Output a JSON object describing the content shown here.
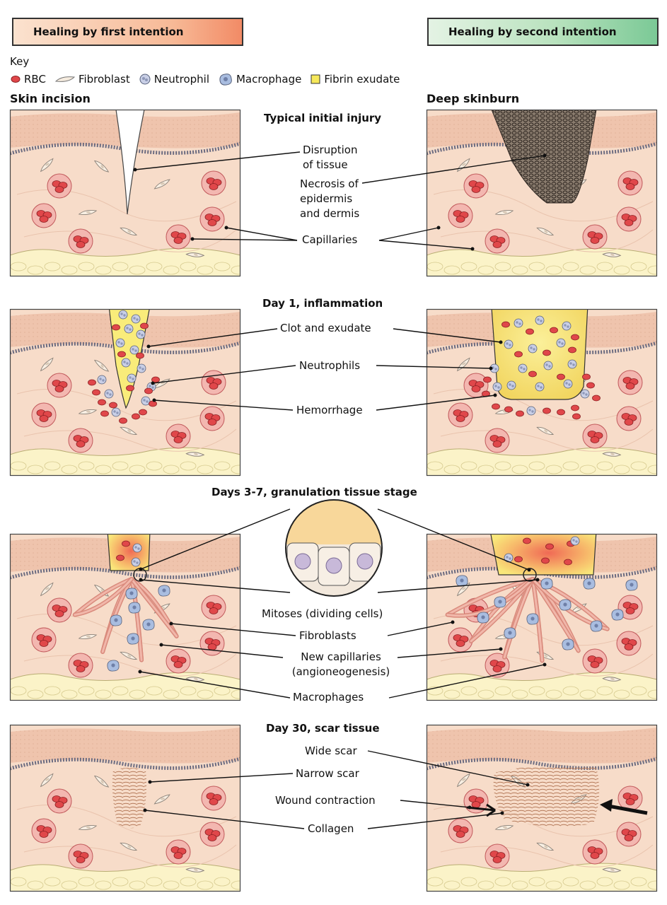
{
  "header": {
    "left_title": "Healing by first intention",
    "right_title": "Healing by second intention"
  },
  "key": {
    "title": "Key",
    "items": [
      {
        "label": "RBC",
        "icon": "rbc-icon",
        "color": "#e0474a"
      },
      {
        "label": "Fibroblast",
        "icon": "fibroblast-icon",
        "color": "#f6ecdf"
      },
      {
        "label": "Neutrophil",
        "icon": "neutrophil-icon",
        "color": "#c9cfe6"
      },
      {
        "label": "Macrophage",
        "icon": "macrophage-icon",
        "color": "#a9bde0"
      },
      {
        "label": "Fibrin exudate",
        "icon": "fibrin-exudate-icon",
        "color": "#f6e85a"
      }
    ]
  },
  "columns": {
    "left": "Skin incision",
    "right": "Deep skinburn"
  },
  "stages": [
    {
      "title": "Typical initial injury",
      "labels": [
        "Disruption\nof tissue",
        "Necrosis of\nepidermis\nand dermis",
        "Capillaries"
      ]
    },
    {
      "title": "Day 1, inflammation",
      "labels": [
        "Clot and exudate",
        "Neutrophils",
        "Hemorrhage"
      ]
    },
    {
      "title": "Days 3-7, granulation tissue stage",
      "labels": [
        "Mitoses (dividing cells)",
        "Fibroblasts",
        "New capillaries\n(angioneogenesis)",
        "Macrophages"
      ]
    },
    {
      "title": "Day 30, scar tissue",
      "labels": [
        "Wide scar",
        "Narrow scar",
        "Wound contraction",
        "Collagen"
      ]
    }
  ],
  "colors": {
    "skin": "#f7dcc9",
    "epidermis": "#efc4ad",
    "fat": "#fbf3c8",
    "rbc": "#e0474a",
    "exudate": "#f9ec7a",
    "outline": "#333333"
  }
}
